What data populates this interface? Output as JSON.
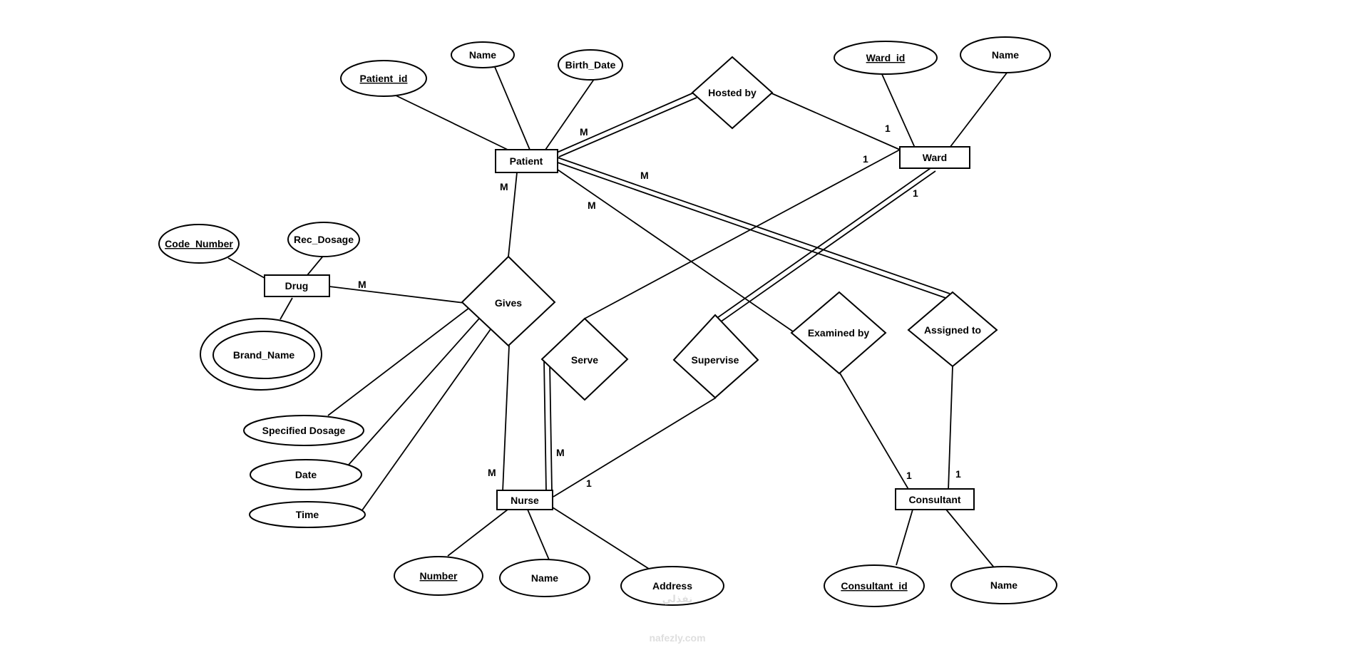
{
  "entities": {
    "patient": "Patient",
    "ward": "Ward",
    "drug": "Drug",
    "nurse": "Nurse",
    "consultant": "Consultant"
  },
  "relationships": {
    "hosted_by": "Hosted by",
    "gives": "Gives",
    "serve": "Serve",
    "supervise": "Supervise",
    "examined_by": "Examined by",
    "assigned_to": "Assigned to"
  },
  "attributes": {
    "patient_id": "Patient_id",
    "patient_name": "Name",
    "birth_date": "Birth_Date",
    "ward_id": "Ward_id",
    "ward_name": "Name",
    "code_number": "Code_Number",
    "rec_dosage": "Rec_Dosage",
    "brand_name": "Brand_Name",
    "specified_dosage": "Specified Dosage",
    "date": "Date",
    "time": "Time",
    "nurse_number": "Number",
    "nurse_name": "Name",
    "nurse_address": "Address",
    "consultant_id": "Consultant_id",
    "consultant_name": "Name"
  },
  "cardinalities": {
    "patient_hosted_m": "M",
    "hosted_ward_1": "1",
    "patient_assigned_m": "M",
    "patient_examined_m": "M",
    "patient_gives_m": "M",
    "drug_gives_m": "M",
    "ward_serve_1": "1",
    "ward_supervise_1": "1",
    "serve_nurse_m": "M",
    "gives_nurse_m": "M",
    "supervise_nurse_1": "1",
    "examined_consultant_1": "1",
    "assigned_consultant_1": "1"
  },
  "watermark": {
    "arabic": "نفذلي",
    "latin": "nafezly.com"
  },
  "colors": {
    "stroke": "#000000",
    "background": "#ffffff",
    "watermark": "#d4d4d4"
  }
}
